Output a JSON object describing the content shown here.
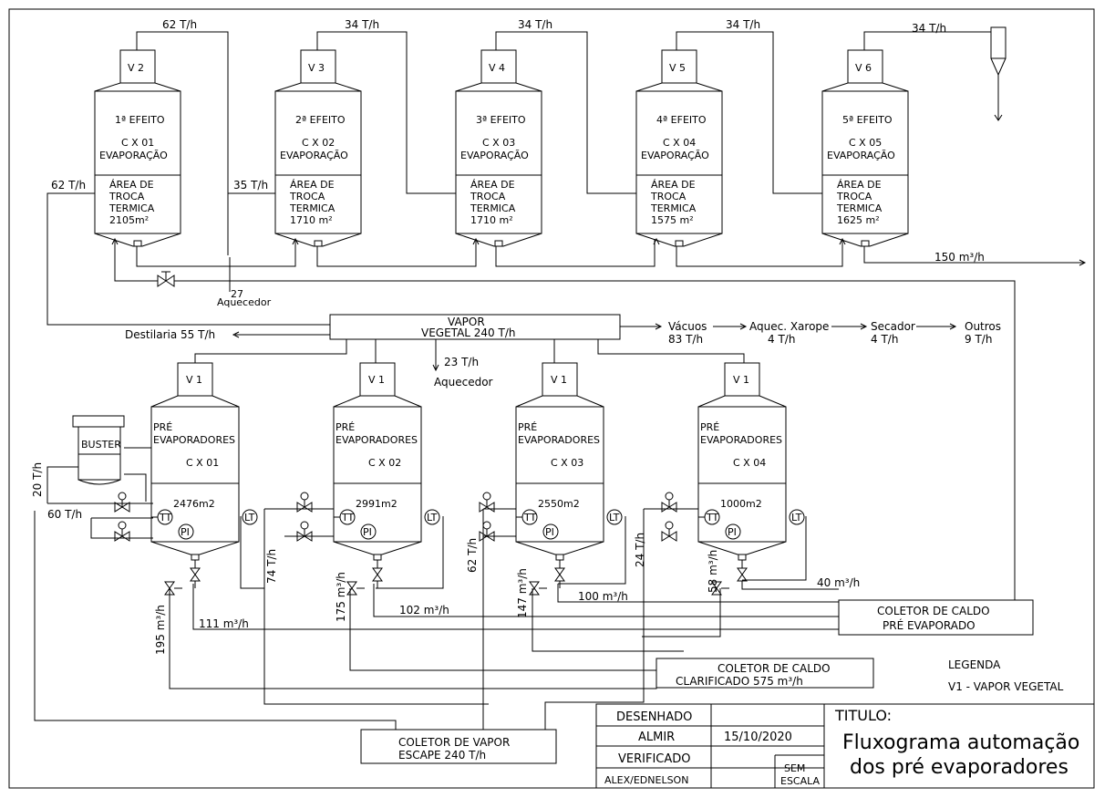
{
  "evaporators": [
    {
      "vapor": "V 2",
      "effect": "1ª EFEITO",
      "cx": "C X 01",
      "kind": "EVAPORAÇÃO",
      "area_l1": "ÁREA DE",
      "area_l2": "TROCA",
      "area_l3": "TERMICA",
      "area": "2105m²"
    },
    {
      "vapor": "V 3",
      "effect": "2ª EFEITO",
      "cx": "C X 02",
      "kind": "EVAPORAÇÃO",
      "area_l1": "ÁREA DE",
      "area_l2": "TROCA",
      "area_l3": "TERMICA",
      "area": "1710 m²"
    },
    {
      "vapor": "V 4",
      "effect": "3ª EFEITO",
      "cx": "C X 03",
      "kind": "EVAPORAÇÃO",
      "area_l1": "ÁREA DE",
      "area_l2": "TROCA",
      "area_l3": "TERMICA",
      "area": "1710 m²"
    },
    {
      "vapor": "V 5",
      "effect": "4ª EFEITO",
      "cx": "C X 04",
      "kind": "EVAPORAÇÃO",
      "area_l1": "ÁREA DE",
      "area_l2": "TROCA",
      "area_l3": "TERMICA",
      "area": "1575 m²"
    },
    {
      "vapor": "V 6",
      "effect": "5ª EFEITO",
      "cx": "C X 05",
      "kind": "EVAPORAÇÃO",
      "area_l1": "ÁREA DE",
      "area_l2": "TROCA",
      "area_l3": "TERMICA",
      "area": "1625 m²"
    }
  ],
  "top_flows": [
    "62 T/h",
    "34 T/h",
    "34 T/h",
    "34 T/h",
    "34 T/h"
  ],
  "side_flows": {
    "in1": "62 T/h",
    "in2": "35 T/h",
    "out": "150 m³/h",
    "aquecedor_top_num": "27",
    "aquecedor_top": "Aquecedor"
  },
  "vapor_vegetal": {
    "line1": "VAPOR",
    "line2": "VEGETAL  240 T/h",
    "destilaria": "Destilaria 55 T/h",
    "aquecedor_flow": "23 T/h",
    "aquecedor": "Aquecedor"
  },
  "consumers": [
    {
      "name": "Vácuos",
      "flow": "83 T/h"
    },
    {
      "name": "Aquec. Xarope",
      "flow": "4 T/h"
    },
    {
      "name": "Secador",
      "flow": "4 T/h"
    },
    {
      "name": "Outros",
      "flow": "9 T/h"
    }
  ],
  "pre_evaporators": [
    {
      "vapor": "V 1",
      "l1": "PRÉ",
      "l2": "EVAPORADORES",
      "cx": "C X 01",
      "area": "2476m2"
    },
    {
      "vapor": "V 1",
      "l1": "PRÉ",
      "l2": "EVAPORADORES",
      "cx": "C X 02",
      "area": "2991m2"
    },
    {
      "vapor": "V 1",
      "l1": "PRÉ",
      "l2": "EVAPORADORES",
      "cx": "C X 03",
      "area": "2550m2"
    },
    {
      "vapor": "V 1",
      "l1": "PRÉ",
      "l2": "EVAPORADORES",
      "cx": "C X 04",
      "area": "1000m2"
    }
  ],
  "instruments": {
    "tt": "TT",
    "pi": "PI",
    "lt": "LT"
  },
  "buster": "BUSTER",
  "lower_flows": {
    "f20": "20 T/h",
    "f60": "60 T/h",
    "f195": "195 m³/h",
    "f111": "111 m³/h",
    "f74": "74 T/h",
    "f175": "175 m³/h",
    "f102": "102 m³/h",
    "f62": "62 T/h",
    "f147": "147 m³/h",
    "f100": "100 m³/h",
    "f24": "24 T/h",
    "f58": "58 m³/h",
    "f40": "40 m³/h"
  },
  "collectors": {
    "pre_l1": "COLETOR DE CALDO",
    "pre_l2": "PRÉ EVAPORADO",
    "clar_l1": "COLETOR DE CALDO",
    "clar_l2": "CLARIFICADO    575 m³/h",
    "vap_l1": "COLETOR  DE  VAPOR",
    "vap_l2": "ESCAPE   240 T/h"
  },
  "legend": {
    "title": "LEGENDA",
    "item": "V1 - VAPOR VEGETAL"
  },
  "title_block": {
    "desenhado": "DESENHADO",
    "drawer": "ALMIR",
    "date": "15/10/2020",
    "verificado": "VERIFICADO",
    "checker": "ALEX/EDNELSON",
    "sem": "SEM",
    "escala": "ESCALA",
    "titulo_label": "TITULO:",
    "title_l1": "Fluxograma automação",
    "title_l2": "dos pré evaporadores"
  }
}
